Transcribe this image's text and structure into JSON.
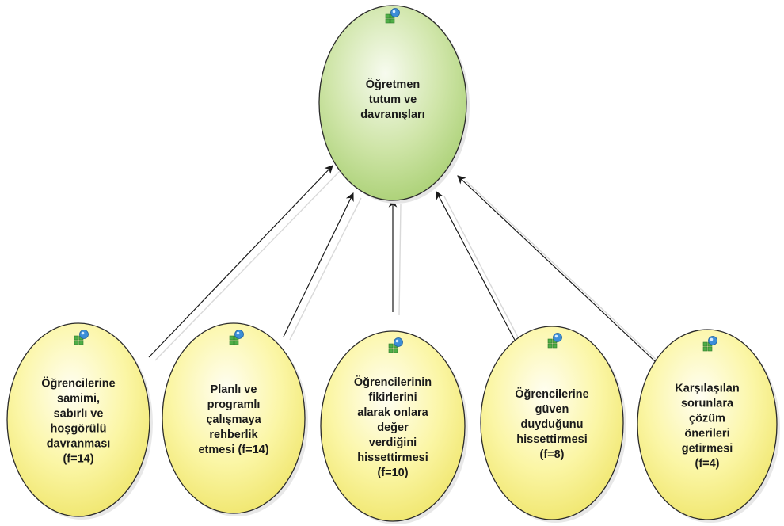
{
  "root": {
    "label_lines": [
      "Öğretmen",
      "tutum ve",
      "davranışları"
    ],
    "fill_color": "#c3df9a",
    "icon": "network-node-icon"
  },
  "children": [
    {
      "id": "samimi",
      "label_lines": [
        "Öğrencilerine",
        "samimi,",
        "sabırlı ve",
        "hoşgörülü",
        "davranması",
        "(f=14)"
      ],
      "icon": "network-node-icon"
    },
    {
      "id": "planli",
      "label_lines": [
        "Planlı ve",
        "programlı",
        "çalışmaya",
        "rehberlik",
        "etmesi (f=14)"
      ],
      "icon": "network-node-icon"
    },
    {
      "id": "fikir",
      "label_lines": [
        "Öğrencilerinin",
        "fikirlerini",
        "alarak onlara",
        "değer",
        "verdiğini",
        "hissettirmesi",
        "(f=10)"
      ],
      "icon": "network-node-icon"
    },
    {
      "id": "guven",
      "label_lines": [
        "Öğrencilerine",
        "güven",
        "duyduğunu",
        "hissettirmesi",
        "(f=8)"
      ],
      "icon": "network-node-icon"
    },
    {
      "id": "sorun",
      "label_lines": [
        "Karşılaşılan",
        "sorunlara",
        "çözüm",
        "önerileri",
        "getirmesi",
        "(f=4)"
      ],
      "icon": "network-node-icon"
    }
  ],
  "colors": {
    "leaf_fill": "#fbf59a",
    "leaf_stroke": "#2b2b2b",
    "edge": "#1a1a1a",
    "icon_blue": "#3c8ed8",
    "icon_green": "#4fae47"
  }
}
